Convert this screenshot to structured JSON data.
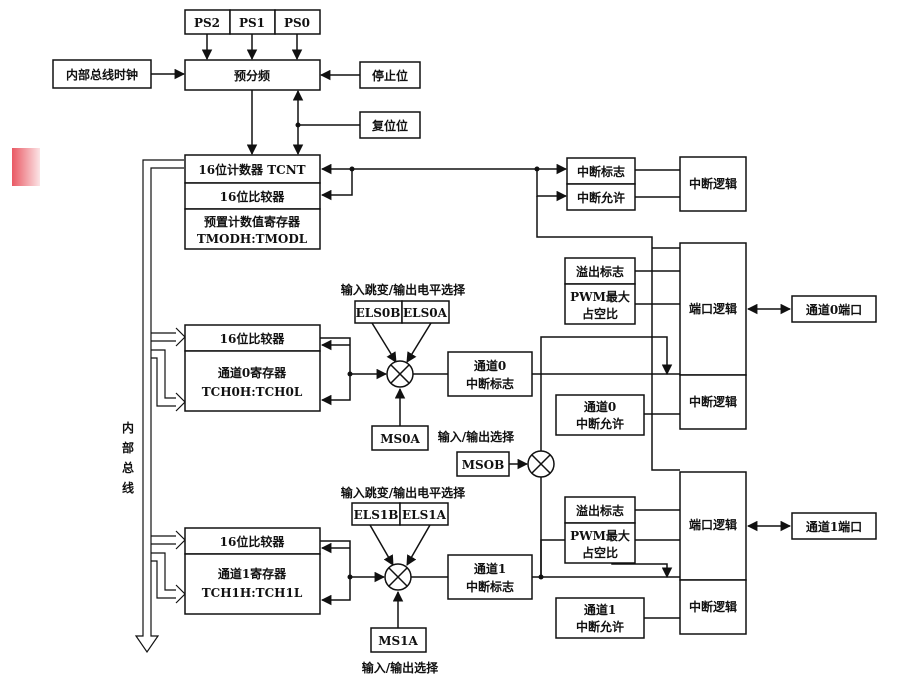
{
  "prescaler": {
    "ps2": "PS2",
    "ps1": "PS1",
    "ps0": "PS0",
    "label": "预分频",
    "bus_clock": "内部总线时钟",
    "stop": "停止位",
    "reset": "复位位"
  },
  "counter": {
    "tcnt": "16位计数器 TCNT",
    "compare": "16位比较器",
    "preset_line1": "预置计数值寄存器",
    "preset_line2": "TMODH:TMODL"
  },
  "interrupt_top": {
    "flag": "中断标志",
    "enable": "中断允许",
    "logic": "中断逻辑"
  },
  "channel0": {
    "edge_title": "输入跳变/输出电平选择",
    "els_b": "ELS0B",
    "els_a": "ELS0A",
    "compare": "16位比较器",
    "reg_line1": "通道0寄存器",
    "reg_line2": "TCH0H:TCH0L",
    "ms": "MS0A",
    "int_flag_line1": "通道0",
    "int_flag_line2": "中断标志",
    "overflow": "溢出标志",
    "pwm_line1": "PWM最大",
    "pwm_line2": "占空比",
    "port_logic": "端口逻辑",
    "port": "通道0端口",
    "int_enable_line1": "通道0",
    "int_enable_line2": "中断允许",
    "int_logic": "中断逻辑"
  },
  "msob": {
    "title": "输入/输出选择",
    "label": "MSOB"
  },
  "internal_bus": [
    "内",
    "部",
    "总",
    "线"
  ],
  "channel1": {
    "edge_title": "输入跳变/输出电平选择",
    "els_b": "ELS1B",
    "els_a": "ELS1A",
    "compare": "16位比较器",
    "reg_line1": "通道1寄存器",
    "reg_line2": "TCH1H:TCH1L",
    "ms": "MS1A",
    "io_select": "输入/输出选择",
    "int_flag_line1": "通道1",
    "int_flag_line2": "中断标志",
    "overflow": "溢出标志",
    "pwm_line1": "PWM最大",
    "pwm_line2": "占空比",
    "port_logic": "端口逻辑",
    "port": "通道1端口",
    "int_enable_line1": "通道1",
    "int_enable_line2": "中断允许",
    "int_logic": "中断逻辑"
  },
  "colors": {
    "line": "#111111",
    "accent": "#e8505b"
  }
}
